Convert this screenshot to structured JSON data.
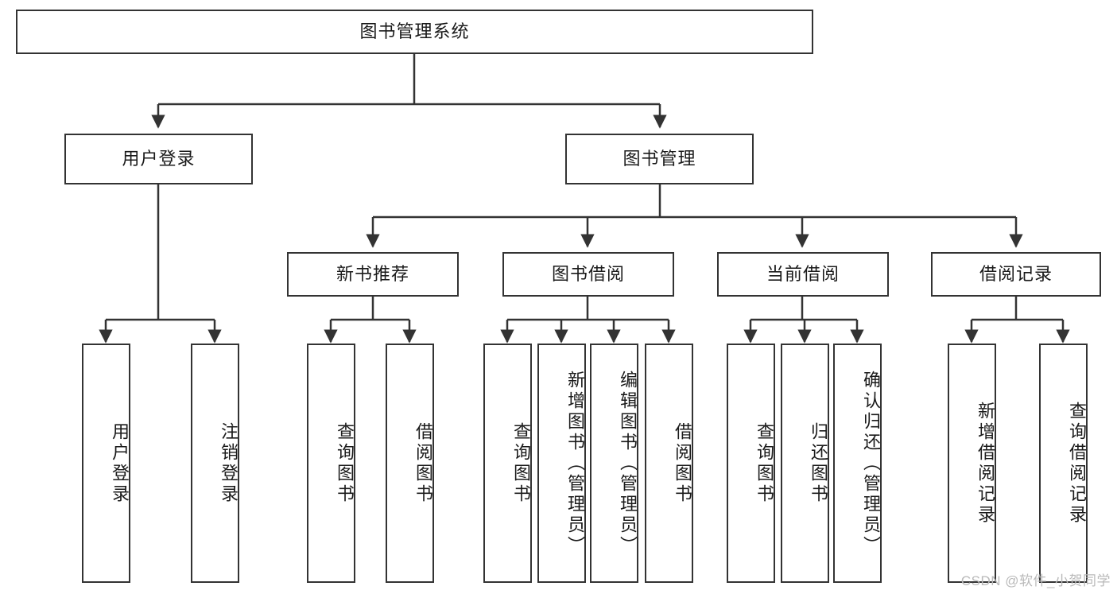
{
  "diagram": {
    "type": "tree",
    "title": "图书管理系统",
    "watermark": "CSDN @软件_小贺同学",
    "colors": {
      "stroke": "#333333",
      "fill": "#ffffff",
      "text": "#1a1a1a",
      "watermark": "#b9b9b9"
    },
    "nodes": {
      "root": {
        "label": "图书管理系统",
        "level": 1
      },
      "l2": [
        {
          "id": "user-login",
          "label": "用户登录"
        },
        {
          "id": "book-management",
          "label": "图书管理"
        }
      ],
      "l3": [
        {
          "id": "new-book-recommend",
          "label": "新书推荐"
        },
        {
          "id": "book-borrow",
          "label": "图书借阅"
        },
        {
          "id": "current-borrow",
          "label": "当前借阅"
        },
        {
          "id": "borrow-record",
          "label": "借阅记录"
        }
      ],
      "leaves": {
        "user-login": [
          {
            "id": "leaf-user-login",
            "label": "用户登录"
          },
          {
            "id": "leaf-logout",
            "label": "注销登录"
          }
        ],
        "new-book-recommend": [
          {
            "id": "leaf-query-book-1",
            "label": "查询图书"
          },
          {
            "id": "leaf-borrow-book-1",
            "label": "借阅图书"
          }
        ],
        "book-borrow": [
          {
            "id": "leaf-query-book-2",
            "label": "查询图书"
          },
          {
            "id": "leaf-add-book",
            "label": "新增图书（管理员）"
          },
          {
            "id": "leaf-edit-book",
            "label": "编辑图书（管理员）"
          },
          {
            "id": "leaf-borrow-book-2",
            "label": "借阅图书"
          }
        ],
        "current-borrow": [
          {
            "id": "leaf-query-book-3",
            "label": "查询图书"
          },
          {
            "id": "leaf-return-book",
            "label": "归还图书"
          },
          {
            "id": "leaf-confirm-return",
            "label": "确认归还（管理员）"
          }
        ],
        "borrow-record": [
          {
            "id": "leaf-add-record",
            "label": "新增借阅记录"
          },
          {
            "id": "leaf-query-record",
            "label": "查询借阅记录"
          }
        ]
      }
    }
  }
}
